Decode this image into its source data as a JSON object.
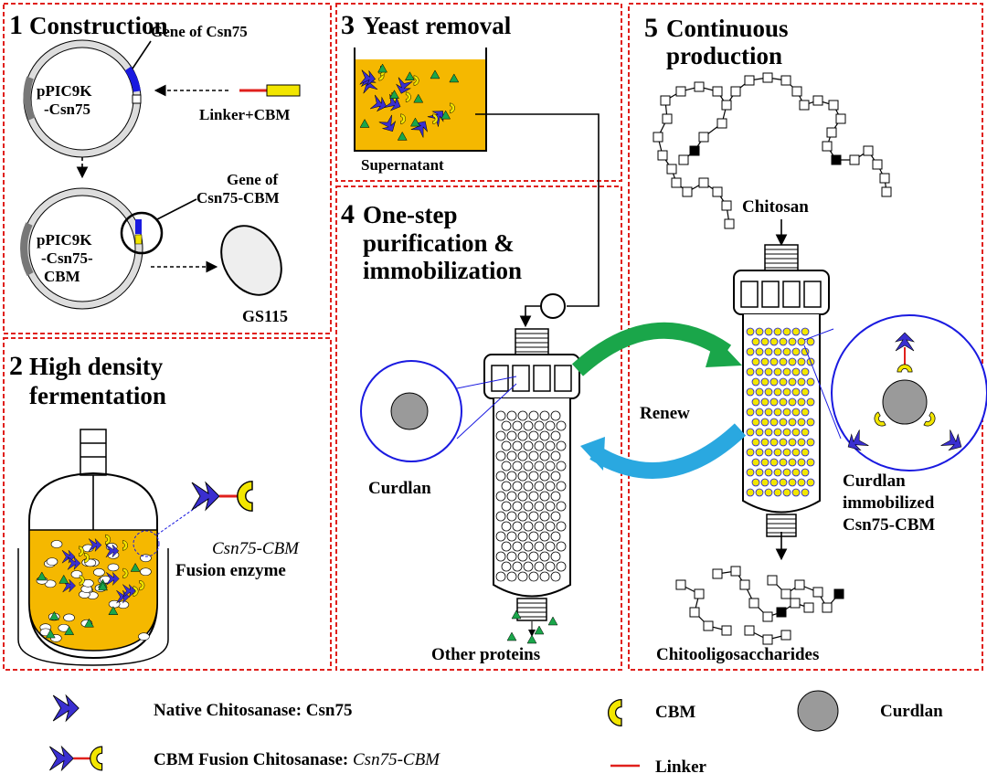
{
  "panels": {
    "p1": {
      "number": "1",
      "title": "Construction",
      "gene_label": "Gene of Csn75",
      "plasmid1": [
        "pPIC9K",
        "-Csn75"
      ],
      "linker_label": "Linker+CBM",
      "gene2_label": [
        "Gene of",
        "Csn75-CBM"
      ],
      "plasmid2": [
        "pPIC9K",
        "-Csn75-",
        "CBM"
      ],
      "host": "GS115"
    },
    "p2": {
      "number": "2",
      "title": [
        "High density",
        "fermentation"
      ],
      "fusion_name": "Csn75-CBM",
      "fusion_label": "Fusion enzyme"
    },
    "p3": {
      "number": "3",
      "title": "Yeast removal",
      "supernatant": "Supernatant"
    },
    "p4": {
      "number": "4",
      "title": [
        "One-step",
        "purification &",
        "immobilization"
      ],
      "curdlan": "Curdlan",
      "other_proteins": "Other proteins"
    },
    "p5": {
      "number": "5",
      "title": [
        "Continuous",
        "production"
      ],
      "chitosan": "Chitosan",
      "renew": "Renew",
      "immobilized": [
        "Curdlan",
        "immobilized",
        "Csn75-CBM"
      ],
      "product": "Chitooligosaccharides"
    }
  },
  "legend": {
    "native": "Native Chitosanase: Csn75",
    "fusion_prefix": "CBM Fusion Chitosanase: ",
    "fusion_italic": "Csn75-CBM",
    "cbm": "CBM",
    "linker": "Linker",
    "curdlan": "Curdlan"
  },
  "colors": {
    "panel_border": "#e0201c",
    "enzyme": "#3a2fd0",
    "cbm": "#f2e600",
    "linker": "#e0201c",
    "broth": "#f5b800",
    "green_arrow": "#1aa64a",
    "blue_arrow": "#2aa8e0",
    "curdlan": "#9a9a9a",
    "particle": "#f2e600"
  }
}
